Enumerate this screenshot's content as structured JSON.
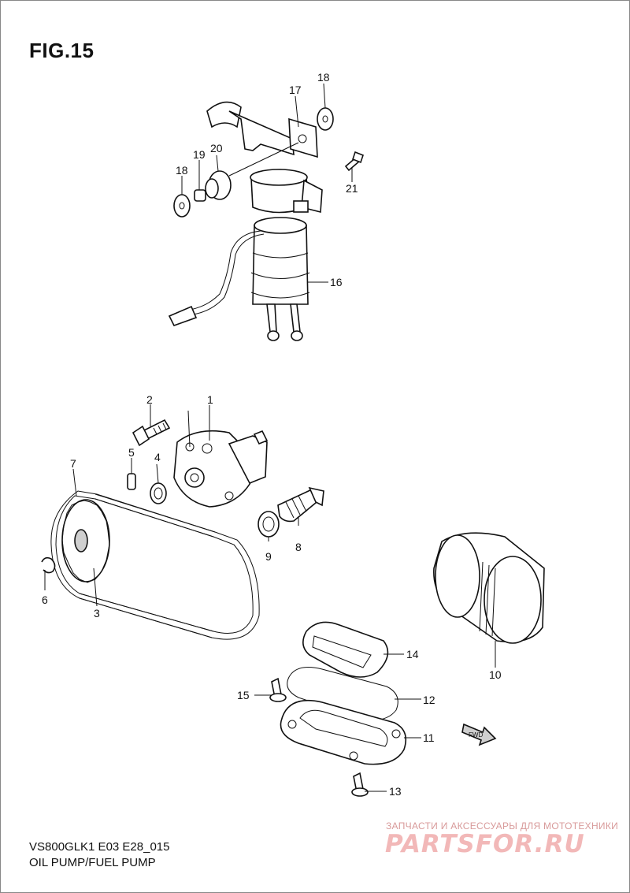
{
  "figure": {
    "title": "FIG.15",
    "model_code": "VS800GLK1 E03 E28_015",
    "section_title": "OIL PUMP/FUEL PUMP"
  },
  "callouts": [
    {
      "id": "c1",
      "label": "1"
    },
    {
      "id": "c2",
      "label": "2"
    },
    {
      "id": "c3",
      "label": "3"
    },
    {
      "id": "c4",
      "label": "4"
    },
    {
      "id": "c5",
      "label": "5"
    },
    {
      "id": "c6",
      "label": "6"
    },
    {
      "id": "c7",
      "label": "7"
    },
    {
      "id": "c8",
      "label": "8"
    },
    {
      "id": "c9",
      "label": "9"
    },
    {
      "id": "c10",
      "label": "10"
    },
    {
      "id": "c11",
      "label": "11"
    },
    {
      "id": "c12",
      "label": "12"
    },
    {
      "id": "c13",
      "label": "13"
    },
    {
      "id": "c14",
      "label": "14"
    },
    {
      "id": "c15",
      "label": "15"
    },
    {
      "id": "c16",
      "label": "16"
    },
    {
      "id": "c17",
      "label": "17"
    },
    {
      "id": "c18a",
      "label": "18"
    },
    {
      "id": "c18b",
      "label": "18"
    },
    {
      "id": "c19",
      "label": "19"
    },
    {
      "id": "c20",
      "label": "20"
    },
    {
      "id": "c21",
      "label": "21"
    }
  ],
  "fwd_marker": "FWD",
  "watermark": {
    "text": "ЗАПЧАСТИ И АКСЕССУАРЫ ДЛЯ МОТОТЕХНИКИ",
    "logo": "PARTSFOR.RU"
  }
}
